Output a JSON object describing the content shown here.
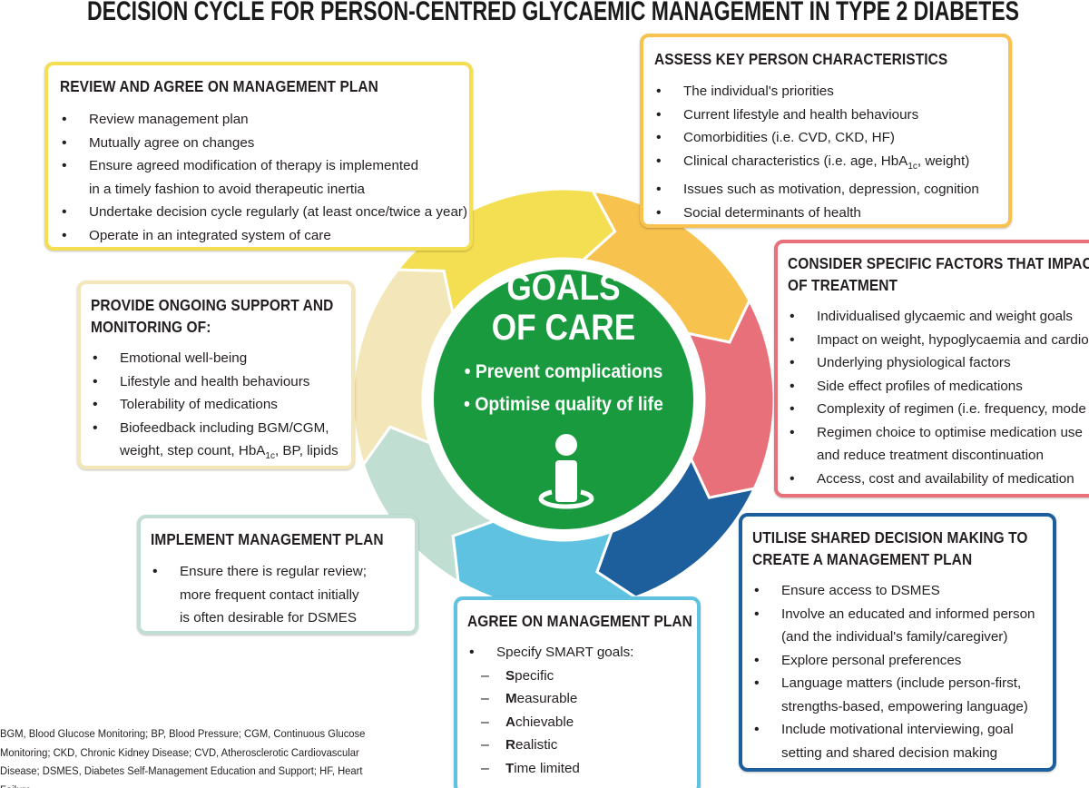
{
  "title": "DECISION CYCLE FOR PERSON-CENTRED GLYCAEMIC MANAGEMENT IN TYPE 2 DIABETES",
  "colors": {
    "yellow": "#f4df52",
    "orange": "#f7c24e",
    "pink": "#e8707a",
    "dark_blue": "#1c5f9c",
    "light_blue": "#5fc2e0",
    "mint": "#c1ded3",
    "cream": "#f3e6b8",
    "center_green": "#1a9a3f"
  },
  "goals": {
    "title_line1": "GOALS",
    "title_line2": "OF CARE",
    "bullets": [
      "• Prevent complications",
      "• Optimise quality of life"
    ],
    "icon": "person-icon"
  },
  "review": {
    "heading": "REVIEW AND AGREE ON MANAGEMENT PLAN",
    "items": [
      "Review management plan",
      "Mutually agree on changes",
      "Ensure agreed modification of therapy is implemented",
      "in a timely fashion to avoid therapeutic inertia",
      "Undertake decision cycle regularly (at least once/twice a year)",
      "Operate in an integrated system of care"
    ]
  },
  "assess": {
    "heading": "ASSESS KEY PERSON CHARACTERISTICS",
    "items": [
      "The individual's priorities",
      "Current lifestyle and health behaviours",
      "Comorbidities (i.e. CVD, CKD, HF)",
      "Clinical characteristics (i.e. age, HbA",
      "1c",
      ", weight)",
      "Issues such as motivation, depression, cognition",
      "Social determinants of health"
    ]
  },
  "consider": {
    "heading_line1": "CONSIDER SPECIFIC FACTORS THAT IMPACT CHOICE",
    "heading_line2": "OF TREATMENT",
    "items": [
      "Individualised glycaemic and weight goals",
      "Impact on weight, hypoglycaemia and cardiorenal protection",
      "Underlying physiological factors",
      "Side effect profiles of medications",
      "Complexity of regimen (i.e. frequency, mode of administration)",
      "Regimen choice to optimise medication use",
      "and reduce treatment discontinuation",
      "Access, cost and availability of medication"
    ]
  },
  "shared": {
    "heading_line1": "UTILISE SHARED DECISION MAKING TO",
    "heading_line2": "CREATE A MANAGEMENT PLAN",
    "items": [
      "Ensure access to DSMES",
      "Involve an educated and informed person",
      "(and the individual's family/caregiver)",
      "Explore personal preferences",
      "Language matters (include person-first,",
      "strengths-based, empowering language)",
      "Include motivational interviewing, goal",
      "setting and shared decision making"
    ]
  },
  "agree": {
    "heading": "AGREE ON MANAGEMENT PLAN",
    "items": [
      "Specify SMART goals:"
    ],
    "smart": [
      {
        "letter": "S",
        "rest": "pecific"
      },
      {
        "letter": "M",
        "rest": "easurable"
      },
      {
        "letter": "A",
        "rest": "chievable"
      },
      {
        "letter": "R",
        "rest": "ealistic"
      },
      {
        "letter": "T",
        "rest": "ime limited"
      }
    ]
  },
  "implement": {
    "heading": "IMPLEMENT MANAGEMENT PLAN",
    "items": [
      "Ensure there is regular review;",
      "more frequent contact initially",
      "is often desirable for DSMES"
    ]
  },
  "support": {
    "heading_line1": "PROVIDE ONGOING SUPPORT AND",
    "heading_line2": "MONITORING OF:",
    "items": [
      "Emotional well-being",
      "Lifestyle and health behaviours",
      "Tolerability of medications",
      "Biofeedback including BGM/CGM,",
      "weight, step count, HbA",
      "1c",
      ", BP, lipids"
    ]
  },
  "footnote": "BGM, Blood Glucose Monitoring; BP, Blood Pressure; CGM, Continuous Glucose Monitoring; CKD, Chronic Kidney Disease; CVD, Atherosclerotic Cardiovascular Disease; DSMES, Diabetes Self-Management Education and Support; HF, Heart Failure."
}
